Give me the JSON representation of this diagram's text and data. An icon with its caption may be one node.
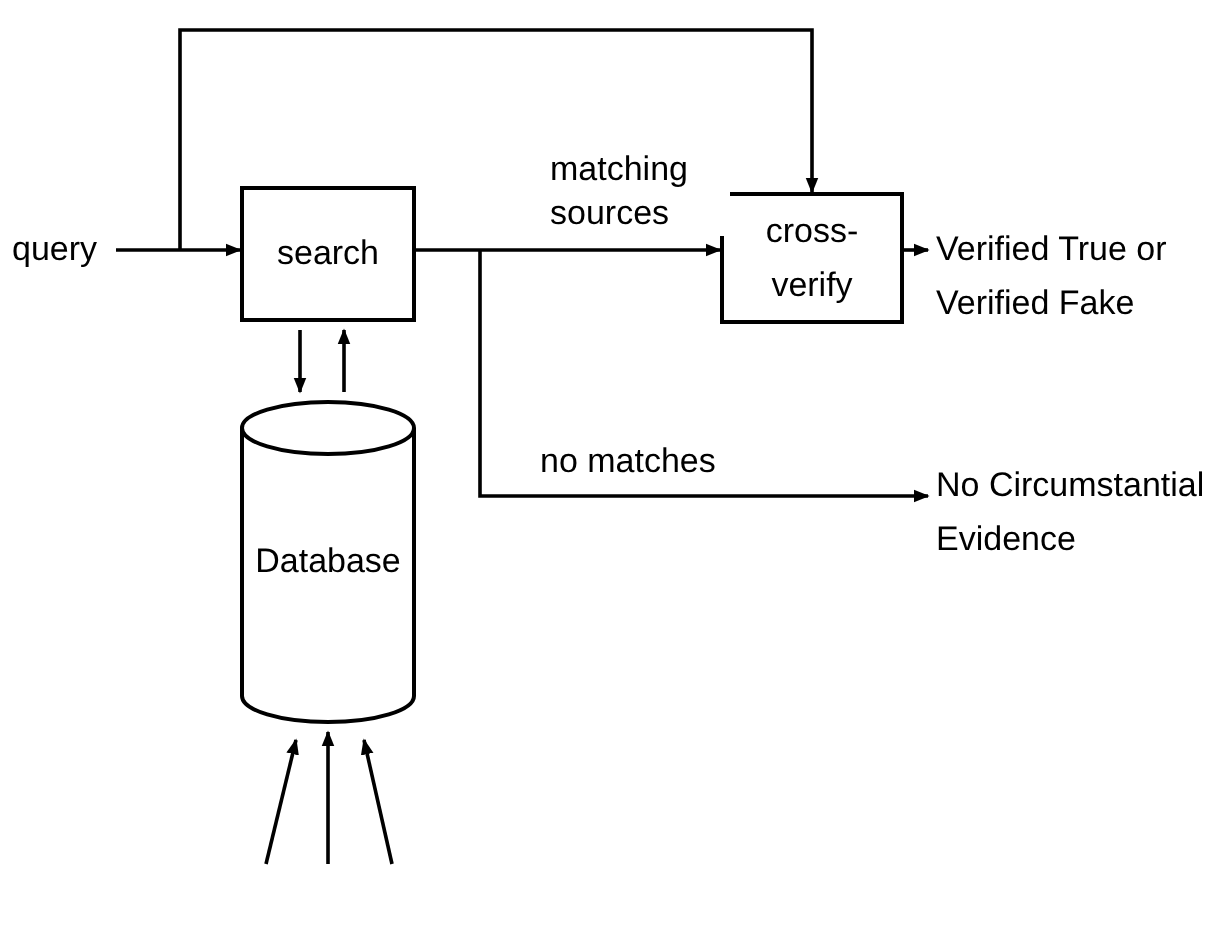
{
  "diagram": {
    "nodes": [
      {
        "text": [
          "query"
        ]
      },
      {
        "text": [
          "search"
        ]
      },
      {
        "text": [
          "cross-verify"
        ]
      },
      {
        "text": [
          "Verified True or Verified Fake"
        ]
      },
      {
        "text": [
          "No Circumstantial Evidence"
        ]
      },
      {
        "text": [
          "Database"
        ]
      }
    ],
    "edges": [
      {
        "from": 0,
        "to": 1,
        "arrow": "to"
      },
      {
        "from": 0,
        "to": 2,
        "arrow": "to"
      },
      {
        "from": 1,
        "to": 2,
        "arrow": "to",
        "label": "matching sources"
      },
      {
        "from": 2,
        "to": 3,
        "arrow": "to"
      },
      {
        "from": 1,
        "to": 4,
        "arrow": "to",
        "label": "no matches"
      },
      {
        "from": 1,
        "to": 5,
        "arrow": "to"
      },
      {
        "from": 5,
        "to": 1,
        "arrow": "to"
      },
      {
        "from": null,
        "to": 5,
        "arrow": "to"
      },
      {
        "from": null,
        "to": 5,
        "arrow": "to"
      },
      {
        "from": null,
        "to": 5,
        "arrow": "to"
      }
    ]
  }
}
